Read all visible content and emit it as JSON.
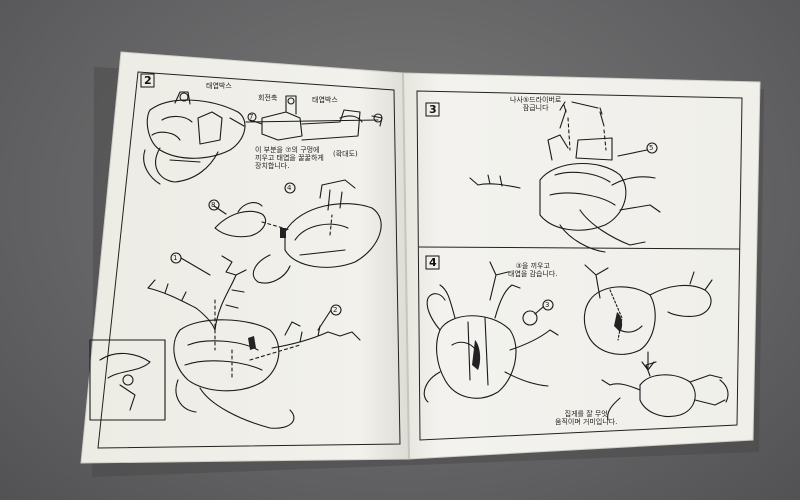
{
  "manual": {
    "left_page": {
      "step_number": "2",
      "label_gearbox_left": "태엽박스",
      "label_shaft": "회전축",
      "label_gearbox_right": "태엽박스",
      "label_detail": "(확대도)",
      "instruction": "이 부분을 ⑦의 구멍에\n끼우고 태엽을 꿀꿀하게\n장치합니다.",
      "part_numbers": [
        "7",
        "8",
        "1",
        "2",
        "4"
      ]
    },
    "right_page": {
      "step3": {
        "step_number": "3",
        "instruction": "나사⑤드라이버로\n잠급니다",
        "part_number": "5"
      },
      "step4": {
        "step_number": "4",
        "instruction": "③을 끼우고\n태엽을 감습니다.",
        "part_number": "3",
        "caption": "집게를 잘 무엇\n움직이며 거미입니다."
      }
    }
  }
}
